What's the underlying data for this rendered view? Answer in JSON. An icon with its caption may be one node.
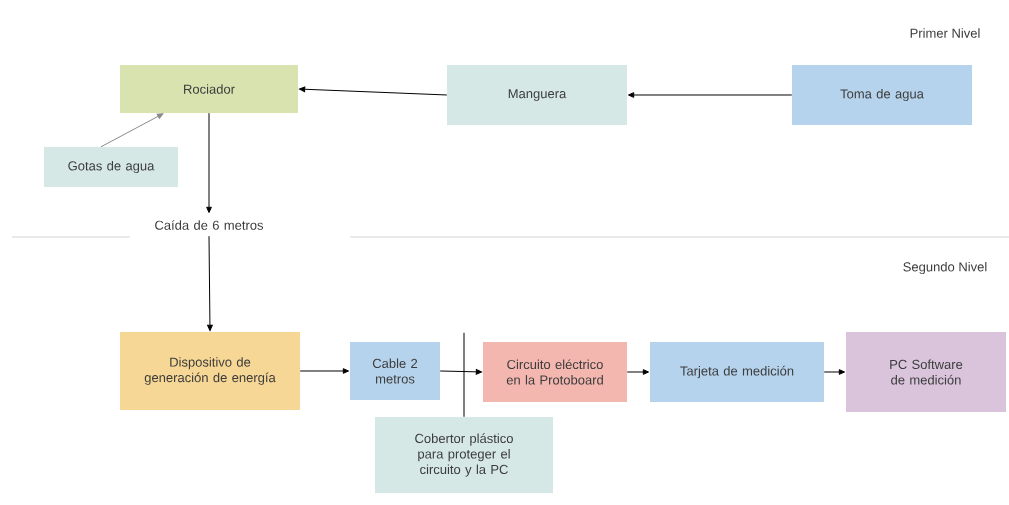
{
  "diagram": {
    "nodes": [
      {
        "text": [
          "Rociador"
        ]
      },
      {
        "text": [
          "Manguera"
        ]
      },
      {
        "text": [
          "Toma de agua"
        ]
      },
      {
        "text": [
          "Gotas de agua"
        ]
      },
      {
        "text": [
          "Caída de 6 metros"
        ]
      },
      {
        "text": [
          "Dispositivo de generación de energía"
        ]
      },
      {
        "text": [
          "Cable 2 metros"
        ]
      },
      {
        "text": [
          "Circuito eléctrico en la Protoboard"
        ]
      },
      {
        "text": [
          "Tarjeta de medición"
        ]
      },
      {
        "text": [
          "PC Software de medición"
        ]
      },
      {
        "text": [
          "Cobertor plástico para proteger el circuito y la PC"
        ]
      }
    ],
    "edges": [
      {
        "from": 2,
        "to": 1,
        "arrow": "to"
      },
      {
        "from": 1,
        "to": 0,
        "arrow": "to"
      },
      {
        "from": 3,
        "to": 0,
        "arrow": "to",
        "color": "#8a8a8a"
      },
      {
        "from": 0,
        "to": 4,
        "arrow": "to"
      },
      {
        "from": 4,
        "to": 5,
        "arrow": "to"
      },
      {
        "from": 5,
        "to": 6,
        "arrow": "to"
      },
      {
        "from": 6,
        "to": 7,
        "arrow": "to"
      },
      {
        "from": 7,
        "to": 8,
        "arrow": "to"
      },
      {
        "from": 8,
        "to": 9,
        "arrow": "to"
      },
      {
        "from": 10,
        "to": null,
        "arrow": "none"
      }
    ],
    "labels": [
      "Primer Nivel",
      "Segundo Nivel"
    ]
  }
}
